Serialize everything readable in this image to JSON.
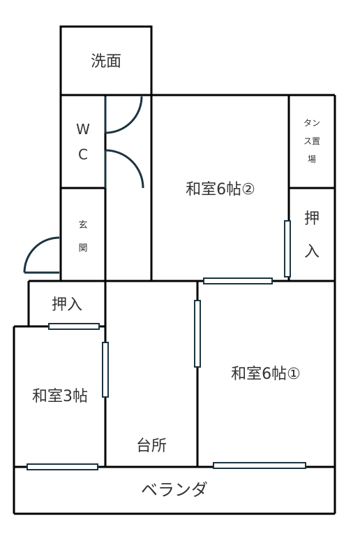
{
  "floorplan": {
    "rooms": {
      "senmen": "洗面",
      "wc_w": "W",
      "wc_c": "C",
      "tansu_1": "タン",
      "tansu_2": "ス置",
      "tansu_3": "場",
      "washitsu6_2": "和室6帖②",
      "oshiire_right_1": "押",
      "oshiire_right_2": "入",
      "genkan_1": "玄",
      "genkan_2": "関",
      "oshiire_left": "押入",
      "washitsu6_1": "和室6帖①",
      "washitsu3": "和室3帖",
      "daidokoro": "台所",
      "veranda": "ベランダ"
    },
    "colors": {
      "wall": "#000000",
      "sliding_door": "#1b3440",
      "text": "#333333"
    }
  }
}
